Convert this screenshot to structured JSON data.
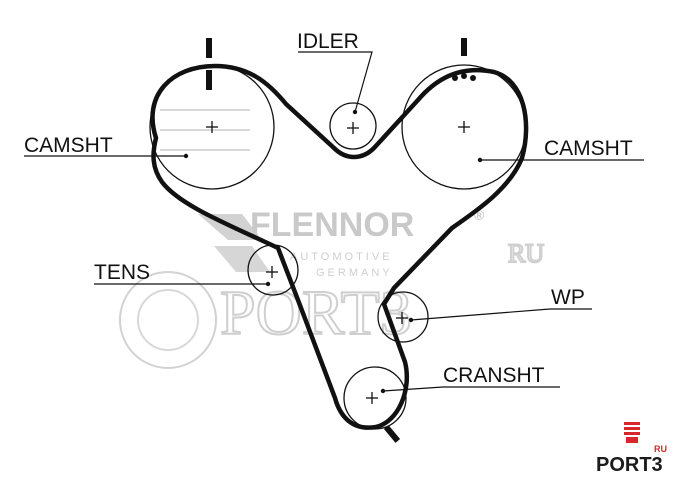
{
  "labels": {
    "camshaft_left": "CAMSHT",
    "idler": "IDLER",
    "camshaft_right": "CAMSHT",
    "tensioner": "TENS",
    "water_pump": "WP",
    "crankshaft": "CRANSHT"
  },
  "watermark": {
    "brand": "FLENNOR",
    "registered": "®",
    "subtitle_1": "AUTOMOTIVE",
    "subtitle_2": "GERMANY",
    "ports": "PORT3",
    "ru": "RU"
  },
  "site_logo": {
    "text": "PORT3",
    "suffix": "RU",
    "accent": "#d8262b",
    "dark": "#1b1b1b"
  },
  "colors": {
    "belt": "#111111",
    "line": "#111111",
    "watermark": "#c9c9c9"
  }
}
